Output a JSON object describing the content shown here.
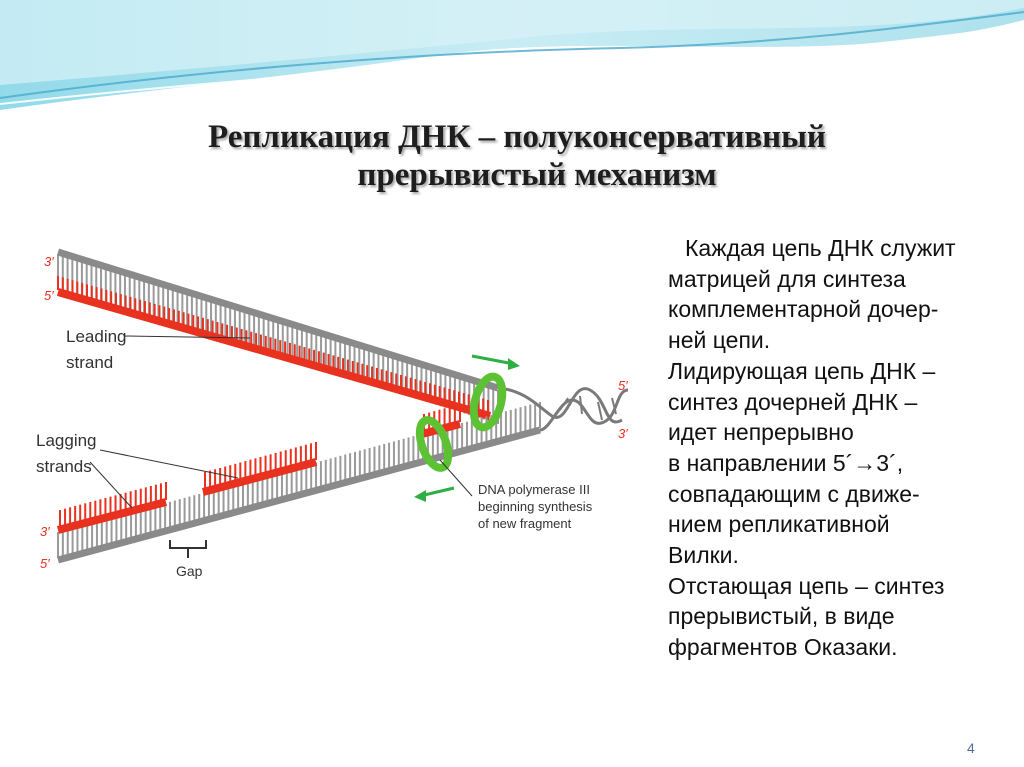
{
  "slide": {
    "title_line1": "Репликация ДНК – полуконсервативный",
    "title_line2": "прерывистый механизм",
    "page_number": "4"
  },
  "diagram": {
    "top_left_3prime": "3′",
    "top_left_5prime": "5′",
    "leading_label_1": "Leading",
    "leading_label_2": "strand",
    "lagging_label_1": "Lagging",
    "lagging_label_2": "strands",
    "bottom_left_3prime": "3′",
    "bottom_left_5prime": "5′",
    "right_5prime": "5′",
    "right_3prime": "3′",
    "gap_label": "Gap",
    "pol_label_1": "DNA polymerase III",
    "pol_label_2": "beginning synthesis",
    "pol_label_3": "of new fragment",
    "colors": {
      "new_strand": "#e8311f",
      "template": "#9a9a9a",
      "polymerase": "#5cc234",
      "arrow": "#2fae44"
    }
  },
  "text_block": {
    "lines": [
      "Каждая цепь ДНК служит",
      "матрицей для синтеза",
      "комплементарной дочер-",
      "ней цепи.",
      "Лидирующая цепь ДНК –",
      "синтез дочерней ДНК –",
      "идет непрерывно",
      "в направлении 5´→3´,",
      "совпадающим с движе-",
      "нием репликативной",
      "Вилки.",
      "Отстающая цепь – синтез",
      "прерывистый, в виде",
      "фрагментов Оказаки."
    ]
  }
}
